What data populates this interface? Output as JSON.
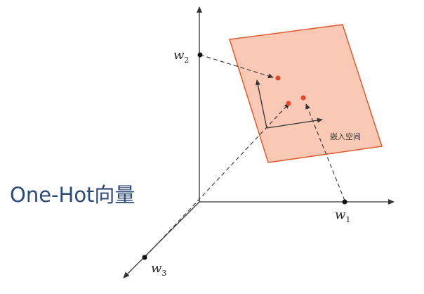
{
  "title": "One-Hot向量",
  "axes": [
    {
      "id": "w1",
      "base": "w",
      "sub": "1"
    },
    {
      "id": "w2",
      "base": "w",
      "sub": "2"
    },
    {
      "id": "w3",
      "base": "w",
      "sub": "3"
    }
  ],
  "embedding_space_label": "嵌入空间",
  "colors": {
    "plane_fill": "#f9c9b6",
    "plane_stroke": "#e05a30",
    "point": "#e8452a",
    "axis": "#333333",
    "title": "#2c4a78"
  }
}
